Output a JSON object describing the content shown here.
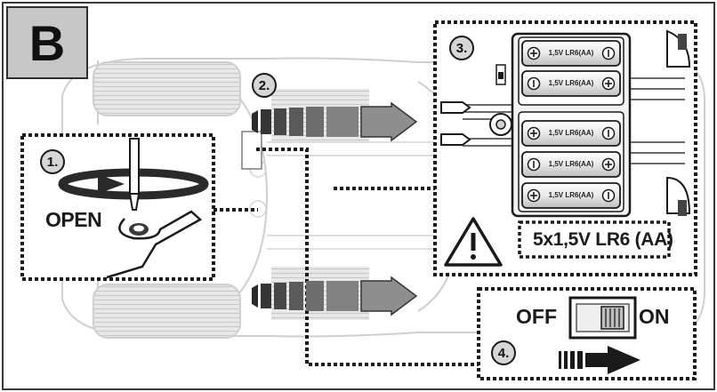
{
  "section_letter": "B",
  "steps": {
    "open": {
      "number": "1.",
      "label": "OPEN"
    },
    "remove_cover": {
      "number": "2."
    },
    "batteries": {
      "number": "3.",
      "count_label": "5x1,5V LR6 (AA)"
    },
    "power": {
      "number": "4.",
      "off_label": "OFF",
      "on_label": "ON"
    }
  },
  "battery_cells": [
    {
      "label": "1,5V LR6(AA)"
    },
    {
      "label": "1,5V LR6(AA)"
    },
    {
      "label": "1,5V LR6(AA)"
    },
    {
      "label": "1,5V LR6(AA)"
    },
    {
      "label": "1,5V LR6(AA)"
    }
  ],
  "icons": [
    "screwdriver-icon",
    "rotation-arrow-icon",
    "slide-arrow-icon",
    "battery-icon",
    "warning-triangle-icon",
    "power-switch-icon",
    "push-arrow-icon"
  ]
}
